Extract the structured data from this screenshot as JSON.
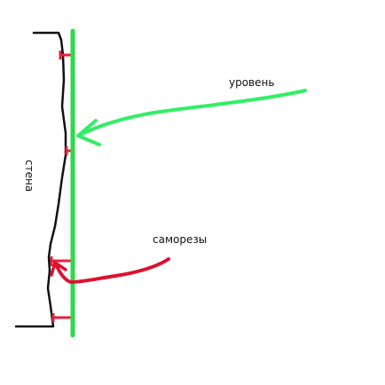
{
  "labels": {
    "level": "уровень",
    "screws": "саморезы",
    "wall": "стена"
  },
  "colors": {
    "level_bar": "#2bd94a",
    "level_arrow": "#33ee66",
    "screw": "#e8213c",
    "screw_arrow": "#e01030",
    "wall": "#111111",
    "text": "#111111"
  }
}
